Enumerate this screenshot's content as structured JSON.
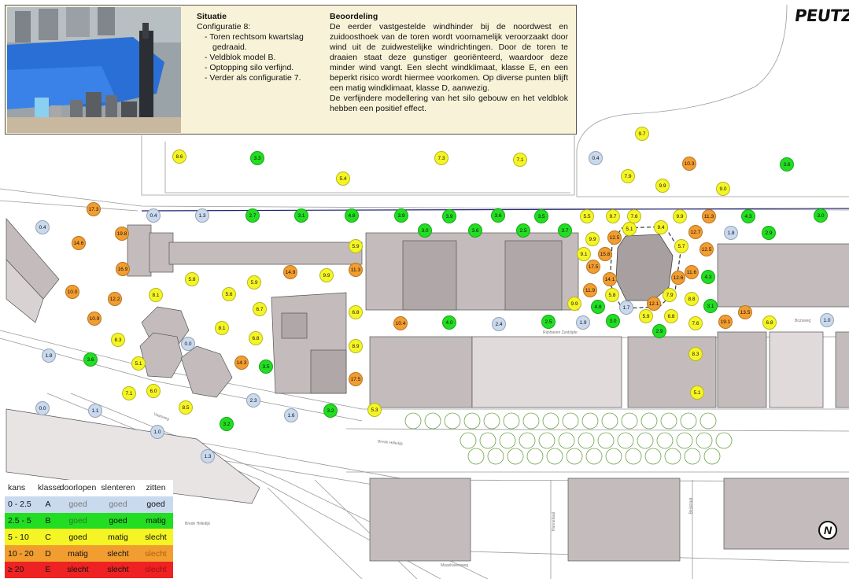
{
  "logo": "PEUTZ",
  "situatie": {
    "title": "Situatie",
    "config": "Configuratie 8:",
    "items": [
      "- Toren rechtsom kwartslag gedraaid.",
      "- Veldblok model B.",
      "- Optopping silo verfijnd.",
      "- Verder als configuratie 7."
    ]
  },
  "beoordeling": {
    "title": "Beoordeling",
    "p1": "De eerder vastgestelde windhinder bij de noordwest en zuidoosthoek van de toren wordt voornamelijk veroorzaakt door wind uit de zuidwestelijke windrichtingen. Door de toren te draaien staat deze gunstiger georiënteerd, waardoor deze minder wind vangt. Een slecht windklimaat, klasse E, en een beperkt risico wordt hiermee voorkomen. Op diverse punten blijft een matig windklimaat, klasse D, aanwezig.",
    "p2": "De verfijndere modellering van het silo gebouw en het veldblok hebben een positief effect."
  },
  "colors": {
    "A": "#c9d9ee",
    "B": "#22dd22",
    "C": "#f5f526",
    "D": "#f29d30",
    "E": "#ee2222"
  },
  "legend": {
    "headers": [
      "kans",
      "klasse",
      "doorlopen",
      "slenteren",
      "zitten"
    ],
    "rows": [
      {
        "kans": "0 - 2.5",
        "klasse": "A",
        "doorlopen": "goed",
        "slenteren": "goed",
        "zitten": "goed",
        "cls": "A"
      },
      {
        "kans": "2.5 - 5",
        "klasse": "B",
        "doorlopen": "goed",
        "slenteren": "goed",
        "zitten": "matig",
        "cls": "B"
      },
      {
        "kans": "5 - 10",
        "klasse": "C",
        "doorlopen": "goed",
        "slenteren": "matig",
        "zitten": "slecht",
        "cls": "C"
      },
      {
        "kans": "10 - 20",
        "klasse": "D",
        "doorlopen": "matig",
        "slenteren": "slecht",
        "zitten": "slecht",
        "cls": "D"
      },
      {
        "kans": "≥ 20",
        "klasse": "E",
        "doorlopen": "slecht",
        "slenteren": "slecht",
        "zitten": "slecht",
        "cls": "E"
      }
    ]
  },
  "north_label": "N",
  "streets": [
    "Rijnhaven Zuidzijde",
    "Brede Hilledijk",
    "Maashavenweg",
    "Vaanweg",
    "Brede Hilledijk",
    "Bozsweg",
    "Hannebaal",
    "Beijstraat"
  ],
  "points": [
    {
      "v": "8.6",
      "c": "C"
    },
    {
      "v": "3.3",
      "c": "B"
    },
    {
      "v": "5.4",
      "c": "C"
    },
    {
      "v": "7.3",
      "c": "C"
    },
    {
      "v": "7.1",
      "c": "C"
    },
    {
      "v": "9.7",
      "c": "C"
    },
    {
      "v": "0.4",
      "c": "A"
    },
    {
      "v": "10.3",
      "c": "D"
    },
    {
      "v": "3.6",
      "c": "B"
    },
    {
      "v": "7.9",
      "c": "C"
    },
    {
      "v": "9.9",
      "c": "C"
    },
    {
      "v": "9.0",
      "c": "C"
    },
    {
      "v": "17.3",
      "c": "D"
    },
    {
      "v": "0.4",
      "c": "A"
    },
    {
      "v": "1.3",
      "c": "A"
    },
    {
      "v": "2.7",
      "c": "B"
    },
    {
      "v": "3.1",
      "c": "B"
    },
    {
      "v": "4.8",
      "c": "B"
    },
    {
      "v": "3.9",
      "c": "B"
    },
    {
      "v": "3.9",
      "c": "B"
    },
    {
      "v": "3.6",
      "c": "B"
    },
    {
      "v": "3.5",
      "c": "B"
    },
    {
      "v": "5.5",
      "c": "C"
    },
    {
      "v": "9.7",
      "c": "C"
    },
    {
      "v": "7.6",
      "c": "C"
    },
    {
      "v": "9.9",
      "c": "C"
    },
    {
      "v": "11.3",
      "c": "D"
    },
    {
      "v": "4.3",
      "c": "B"
    },
    {
      "v": "3.0",
      "c": "B"
    },
    {
      "v": "0.4",
      "c": "A"
    },
    {
      "v": "19.8",
      "c": "D"
    },
    {
      "v": "14.6",
      "c": "D"
    },
    {
      "v": "3.0",
      "c": "B"
    },
    {
      "v": "3.6",
      "c": "B"
    },
    {
      "v": "2.5",
      "c": "B"
    },
    {
      "v": "3.7",
      "c": "B"
    },
    {
      "v": "5.1",
      "c": "C"
    },
    {
      "v": "9.4",
      "c": "C"
    },
    {
      "v": "12.7",
      "c": "D"
    },
    {
      "v": "1.8",
      "c": "A"
    },
    {
      "v": "2.9",
      "c": "B"
    },
    {
      "v": "9.9",
      "c": "C"
    },
    {
      "v": "12.5",
      "c": "D"
    },
    {
      "v": "5.9",
      "c": "C"
    },
    {
      "v": "9.1",
      "c": "C"
    },
    {
      "v": "15.8",
      "c": "D"
    },
    {
      "v": "5.7",
      "c": "C"
    },
    {
      "v": "12.5",
      "c": "D"
    },
    {
      "v": "16.9",
      "c": "D"
    },
    {
      "v": "5.8",
      "c": "C"
    },
    {
      "v": "14.9",
      "c": "D"
    },
    {
      "v": "9.9",
      "c": "C"
    },
    {
      "v": "11.3",
      "c": "D"
    },
    {
      "v": "17.5",
      "c": "D"
    },
    {
      "v": "14.1",
      "c": "D"
    },
    {
      "v": "11.6",
      "c": "D"
    },
    {
      "v": "4.3",
      "c": "B"
    },
    {
      "v": "5.9",
      "c": "C"
    },
    {
      "v": "12.6",
      "c": "D"
    },
    {
      "v": "10.0",
      "c": "D"
    },
    {
      "v": "5.6",
      "c": "C"
    },
    {
      "v": "8.1",
      "c": "C"
    },
    {
      "v": "12.2",
      "c": "D"
    },
    {
      "v": "11.9",
      "c": "D"
    },
    {
      "v": "5.8",
      "c": "C"
    },
    {
      "v": "7.9",
      "c": "C"
    },
    {
      "v": "8.8",
      "c": "C"
    },
    {
      "v": "9.9",
      "c": "C"
    },
    {
      "v": "4.8",
      "c": "B"
    },
    {
      "v": "1.7",
      "c": "A"
    },
    {
      "v": "12.1",
      "c": "D"
    },
    {
      "v": "3.1",
      "c": "B"
    },
    {
      "v": "13.5",
      "c": "D"
    },
    {
      "v": "6.7",
      "c": "C"
    },
    {
      "v": "6.8",
      "c": "C"
    },
    {
      "v": "10.9",
      "c": "D"
    },
    {
      "v": "10.4",
      "c": "D"
    },
    {
      "v": "4.0",
      "c": "B"
    },
    {
      "v": "2.4",
      "c": "A"
    },
    {
      "v": "2.5",
      "c": "B"
    },
    {
      "v": "1.9",
      "c": "A"
    },
    {
      "v": "3.0",
      "c": "B"
    },
    {
      "v": "5.9",
      "c": "C"
    },
    {
      "v": "6.8",
      "c": "C"
    },
    {
      "v": "7.6",
      "c": "C"
    },
    {
      "v": "19.1",
      "c": "D"
    },
    {
      "v": "6.8",
      "c": "C"
    },
    {
      "v": "1.0",
      "c": "A"
    },
    {
      "v": "8.1",
      "c": "C"
    },
    {
      "v": "2.9",
      "c": "B"
    },
    {
      "v": "8.3",
      "c": "C"
    },
    {
      "v": "0.0",
      "c": "A"
    },
    {
      "v": "6.8",
      "c": "C"
    },
    {
      "v": "8.9",
      "c": "C"
    },
    {
      "v": "1.8",
      "c": "A"
    },
    {
      "v": "3.6",
      "c": "B"
    },
    {
      "v": "5.1",
      "c": "C"
    },
    {
      "v": "14.3",
      "c": "D"
    },
    {
      "v": "3.5",
      "c": "B"
    },
    {
      "v": "8.3",
      "c": "C"
    },
    {
      "v": "17.5",
      "c": "D"
    },
    {
      "v": "7.1",
      "c": "C"
    },
    {
      "v": "6.0",
      "c": "C"
    },
    {
      "v": "5.1",
      "c": "C"
    },
    {
      "v": "0.0",
      "c": "A"
    },
    {
      "v": "1.1",
      "c": "A"
    },
    {
      "v": "8.5",
      "c": "C"
    },
    {
      "v": "2.3",
      "c": "A"
    },
    {
      "v": "1.6",
      "c": "A"
    },
    {
      "v": "3.2",
      "c": "B"
    },
    {
      "v": "5.3",
      "c": "C"
    },
    {
      "v": "3.2",
      "c": "B"
    },
    {
      "v": "1.0",
      "c": "A"
    },
    {
      "v": "1.3",
      "c": "A"
    }
  ]
}
